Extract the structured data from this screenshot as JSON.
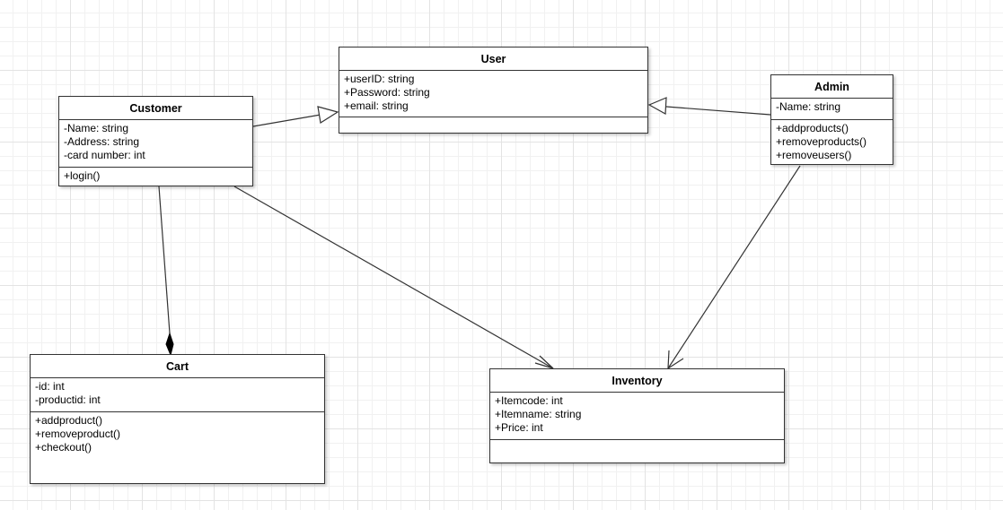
{
  "diagram": {
    "classes": {
      "user": {
        "name": "User",
        "attributes": [
          "+userID: string",
          "+Password: string",
          "+email: string"
        ],
        "operations": []
      },
      "customer": {
        "name": "Customer",
        "attributes": [
          "-Name: string",
          "-Address: string",
          "-card number: int"
        ],
        "operations": [
          "+login()"
        ]
      },
      "admin": {
        "name": "Admin",
        "attributes": [
          "-Name: string"
        ],
        "operations": [
          "+addproducts()",
          "+removeproducts()",
          "+removeusers()"
        ]
      },
      "cart": {
        "name": "Cart",
        "attributes": [
          "-id: int",
          "-productid: int"
        ],
        "operations": [
          "+addproduct()",
          "+removeproduct()",
          "+checkout()"
        ]
      },
      "inventory": {
        "name": "Inventory",
        "attributes": [
          "+Itemcode: int",
          "+Itemname: string",
          "+Price: int"
        ],
        "operations": []
      }
    },
    "relationships": [
      {
        "type": "generalization",
        "from": "customer",
        "to": "user"
      },
      {
        "type": "generalization",
        "from": "admin",
        "to": "user"
      },
      {
        "type": "composition",
        "from": "customer",
        "to": "cart"
      },
      {
        "type": "association",
        "from": "customer",
        "to": "inventory"
      },
      {
        "type": "association",
        "from": "admin",
        "to": "inventory"
      }
    ],
    "colors": {
      "line": "#333333",
      "box_fill": "#ffffff",
      "grid_major": "#e3e3e3",
      "grid_minor": "#f1f1f1"
    }
  }
}
